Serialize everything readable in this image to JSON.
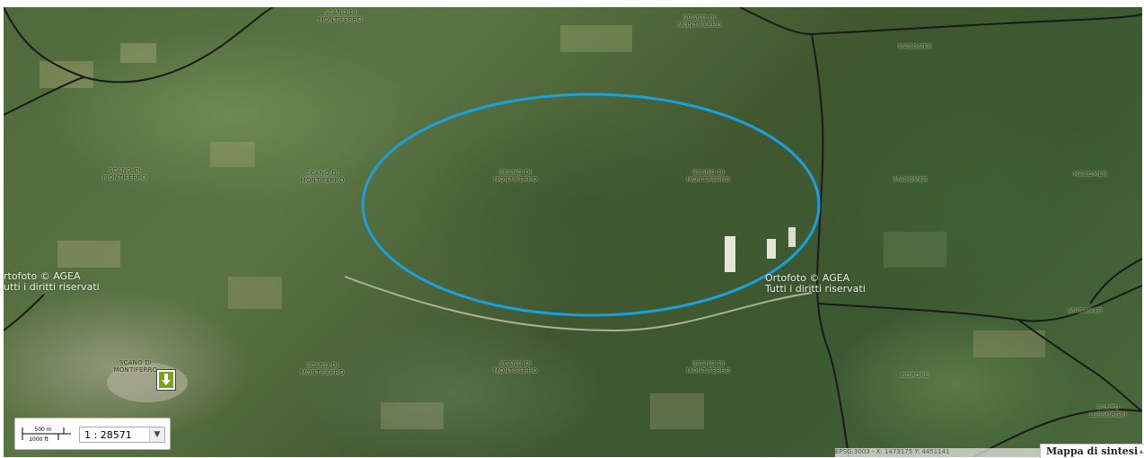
{
  "map": {
    "place_labels": [
      {
        "id": "scano-top",
        "text": "SCANO DI MONTIFERRO"
      },
      {
        "id": "scano-topright",
        "text": "SCANO DI MONTIFERRO"
      },
      {
        "id": "scano-left",
        "text": "SCANO DI MONTIFERRO"
      },
      {
        "id": "scano-midleft",
        "text": "SCANO DI MONTIFERRO"
      },
      {
        "id": "scano-center",
        "text": "SCANO DI MONTIFERRO"
      },
      {
        "id": "scano-centerright",
        "text": "SCANO DI MONTIFERRO"
      },
      {
        "id": "scano-bottomleft",
        "text": "SCANO DI MONTIFERRO"
      },
      {
        "id": "scano-bottom2",
        "text": "SCANO DI MONTIFERRO"
      },
      {
        "id": "scano-bottom3",
        "text": "SCANO DI MONTIFERRO"
      },
      {
        "id": "scano-bottom4",
        "text": "SCANO DI MONTIFERRO"
      },
      {
        "id": "macomer-top",
        "text": "MACOMER"
      },
      {
        "id": "macomer-mid",
        "text": "MACOMER"
      },
      {
        "id": "macomer-right",
        "text": "MACOMER"
      },
      {
        "id": "macomer-lower",
        "text": "MACOMER"
      },
      {
        "id": "borore",
        "text": "BORORE"
      },
      {
        "id": "santu-lussurgiu",
        "text": "SANTU LUSSURGIU"
      }
    ],
    "attribution": [
      {
        "id": "ortho-left",
        "line1": "rtofoto © AGEA",
        "line2": "utti i diritti riservati"
      },
      {
        "id": "ortho-right",
        "line1": "Ortofoto © AGEA",
        "line2": "Tutti i diritti riservati"
      }
    ],
    "highlight_color": "#1aa0e0",
    "boundary_color": "#1a1a1a"
  },
  "scale": {
    "bar_metric": "500 m",
    "bar_imperial": "1000 ft",
    "ratio": "1 : 28571"
  },
  "status": {
    "coords": "EPSG:3003 - X: 1473175 Y: 4451141"
  },
  "overview": {
    "label": "Mappa di sintesi"
  },
  "icons": {
    "marker": "download-arrow-icon",
    "select_chevron": "chevron-down-icon"
  }
}
